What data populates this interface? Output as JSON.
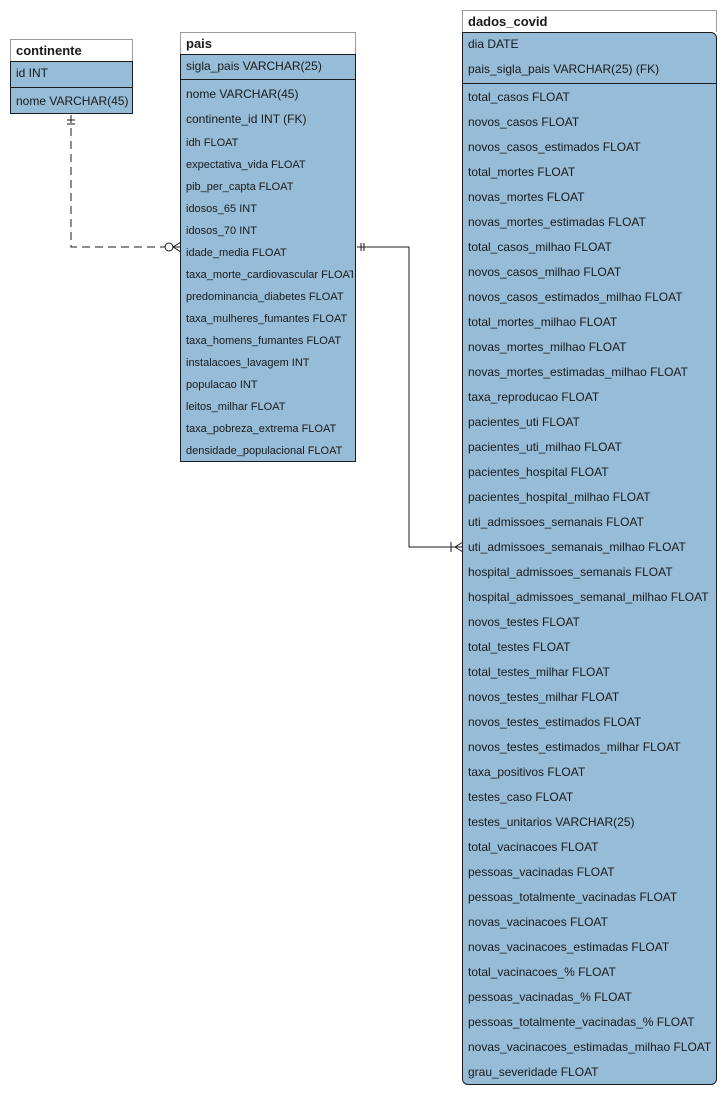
{
  "entities": {
    "continente": {
      "name": "continente",
      "pk": [
        "id INT"
      ],
      "fields": [
        "nome VARCHAR(45)"
      ]
    },
    "pais": {
      "name": "pais",
      "pk": [
        "sigla_pais VARCHAR(25)"
      ],
      "fields": [
        "nome VARCHAR(45)",
        "continente_id INT (FK)",
        "idh FLOAT",
        "expectativa_vida FLOAT",
        "pib_per_capta FLOAT",
        "idosos_65 INT",
        "idosos_70 INT",
        "idade_media FLOAT",
        "taxa_morte_cardiovascular FLOAT",
        "predominancia_diabetes FLOAT",
        "taxa_mulheres_fumantes FLOAT",
        "taxa_homens_fumantes FLOAT",
        "instalacoes_lavagem INT",
        "populacao INT",
        "leitos_milhar FLOAT",
        "taxa_pobreza_extrema FLOAT",
        "densidade_populacional FLOAT"
      ]
    },
    "dados_covid": {
      "name": "dados_covid",
      "pk": [
        "dia DATE",
        "pais_sigla_pais VARCHAR(25) (FK)"
      ],
      "fields": [
        "total_casos FLOAT",
        "novos_casos FLOAT",
        "novos_casos_estimados FLOAT",
        "total_mortes FLOAT",
        "novas_mortes FLOAT",
        "novas_mortes_estimadas FLOAT",
        "total_casos_milhao FLOAT",
        "novos_casos_milhao FLOAT",
        "novos_casos_estimados_milhao FLOAT",
        "total_mortes_milhao FLOAT",
        "novas_mortes_milhao FLOAT",
        "novas_mortes_estimadas_milhao FLOAT",
        "taxa_reproducao FLOAT",
        "pacientes_uti FLOAT",
        "pacientes_uti_milhao FLOAT",
        "pacientes_hospital FLOAT",
        "pacientes_hospital_milhao FLOAT",
        "uti_admissoes_semanais FLOAT",
        "uti_admissoes_semanais_milhao FLOAT",
        "hospital_admissoes_semanais FLOAT",
        "hospital_admissoes_semanal_milhao FLOAT",
        "novos_testes FLOAT",
        "total_testes FLOAT",
        "total_testes_milhar FLOAT",
        "novos_testes_milhar FLOAT",
        "novos_testes_estimados FLOAT",
        "novos_testes_estimados_milhar FLOAT",
        "taxa_positivos FLOAT",
        "testes_caso FLOAT",
        "testes_unitarios VARCHAR(25)",
        "total_vacinacoes FLOAT",
        "pessoas_vacinadas FLOAT",
        "pessoas_totalmente_vacinadas FLOAT",
        "novas_vacinacoes FLOAT",
        "novas_vacinacoes_estimadas FLOAT",
        "total_vacinacoes_% FLOAT",
        "pessoas_vacinadas_% FLOAT",
        "pessoas_totalmente_vacinadas_% FLOAT",
        "novas_vacinacoes_estimadas_milhao FLOAT",
        "grau_severidade FLOAT"
      ]
    }
  },
  "relationships": [
    {
      "from": "continente",
      "to": "pais",
      "from_card": "one-and-only-one",
      "to_card": "zero-or-many",
      "style": "dashed"
    },
    {
      "from": "pais",
      "to": "dados_covid",
      "from_card": "one-and-only-one",
      "to_card": "one-or-many",
      "style": "solid"
    }
  ],
  "colors": {
    "entity_fill": "#96bcd8",
    "border": "#1c1c1c",
    "title_bg": "#ffffff"
  }
}
